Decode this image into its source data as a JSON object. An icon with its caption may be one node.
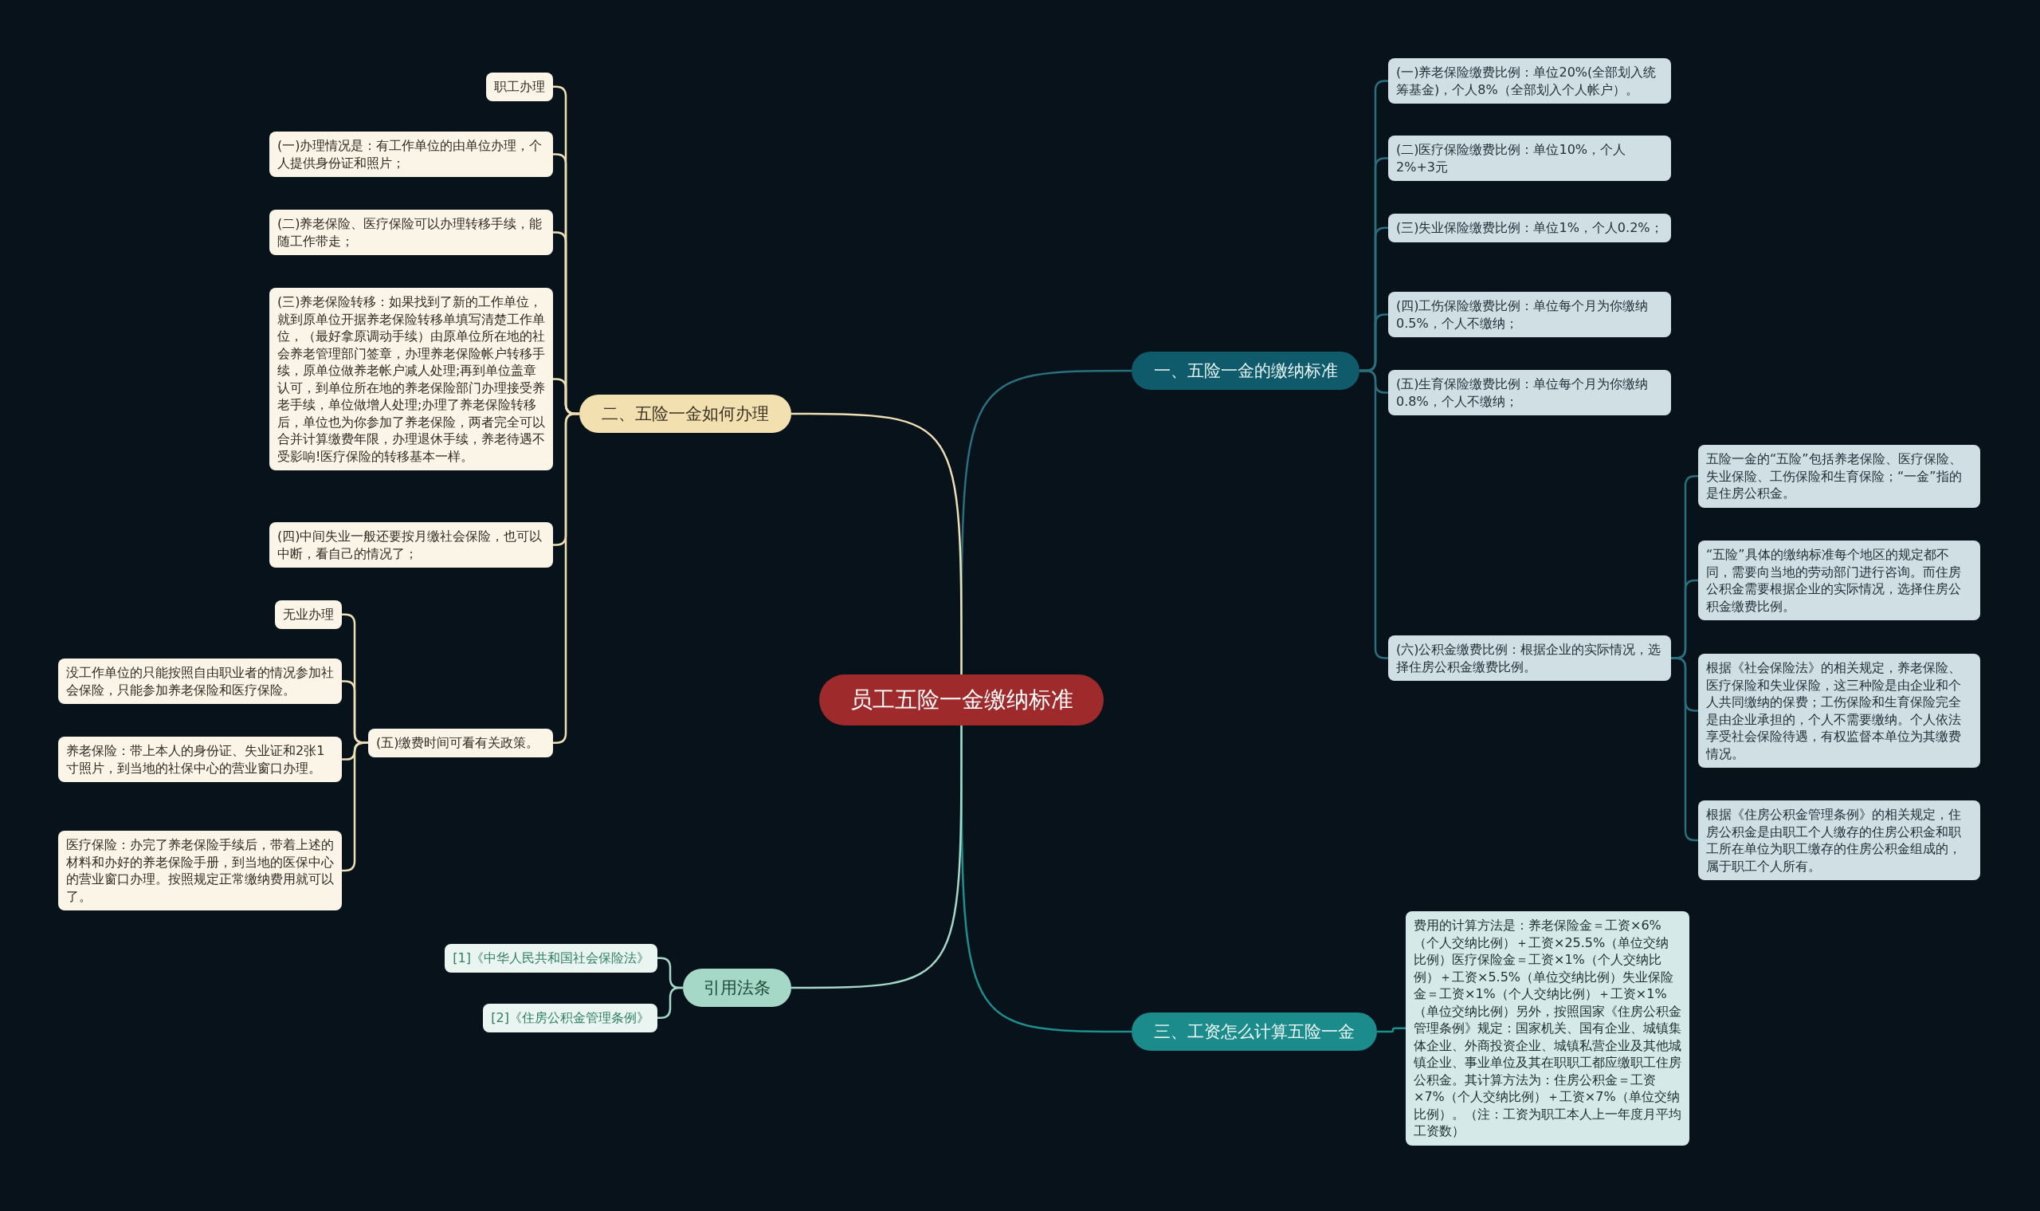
{
  "diagram": {
    "nodes": [
      {
        "text": [
          "员工五险一金缴纳标准"
        ]
      },
      {
        "text": [
          "一、五险一金的缴纳标准"
        ]
      },
      {
        "text": [
          "(一)养老保险缴费比例：单位20%(全部划入统筹基金)，个人8%（全部划入个人帐户）。"
        ]
      },
      {
        "text": [
          "(二)医疗保险缴费比例：单位10%，个人2%+3元"
        ]
      },
      {
        "text": [
          "(三)失业保险缴费比例：单位1%，个人0.2%；"
        ]
      },
      {
        "text": [
          "(四)工伤保险缴费比例：单位每个月为你缴纳0.5%，个人不缴纳；"
        ]
      },
      {
        "text": [
          "(五)生育保险缴费比例：单位每个月为你缴纳0.8%，个人不缴纳；"
        ]
      },
      {
        "text": [
          "(六)公积金缴费比例：根据企业的实际情况，选择住房公积金缴费比例。"
        ]
      },
      {
        "text": [
          "五险一金的“五险”包括养老保险、医疗保险、失业保险、工伤保险和生育保险；“一金”指的是住房公积金。"
        ]
      },
      {
        "text": [
          "“五险”具体的缴纳标准每个地区的规定都不同，需要向当地的劳动部门进行咨询。而住房公积金需要根据企业的实际情况，选择住房公积金缴费比例。"
        ]
      },
      {
        "text": [
          "根据《社会保险法》的相关规定，养老保险、医疗保险和失业保险，这三种险是由企业和个人共同缴纳的保费；工伤保险和生育保险完全是由企业承担的，个人不需要缴纳。个人依法享受社会保险待遇，有权监督本单位为其缴费情况。"
        ]
      },
      {
        "text": [
          "根据《住房公积金管理条例》的相关规定，住房公积金是由职工个人缴存的住房公积金和职工所在单位为职工缴存的住房公积金组成的，属于职工个人所有。"
        ]
      },
      {
        "text": [
          "二、五险一金如何办理"
        ]
      },
      {
        "text": [
          "职工办理"
        ]
      },
      {
        "text": [
          "(一)办理情况是：有工作单位的由单位办理，个人提供身份证和照片；"
        ]
      },
      {
        "text": [
          "(二)养老保险、医疗保险可以办理转移手续，能随工作带走；"
        ]
      },
      {
        "text": [
          "(三)养老保险转移：如果找到了新的工作单位，就到原单位开据养老保险转移单填写清楚工作单位，（最好拿原调动手续）由原单位所在地的社会养老管理部门签章，办理养老保险帐户转移手续，原单位做养老帐户减人处理;再到单位盖章认可，到单位所在地的养老保险部门办理接受养老手续，单位做增人处理;办理了养老保险转移后，单位也为你参加了养老保险，两者完全可以合并计算缴费年限，办理退休手续，养老待遇不受影响!医疗保险的转移基本一样。"
        ]
      },
      {
        "text": [
          "(四)中间失业一般还要按月缴社会保险，也可以中断，看自己的情况了；"
        ]
      },
      {
        "text": [
          "(五)缴费时间可看有关政策。"
        ]
      },
      {
        "text": [
          "无业办理"
        ]
      },
      {
        "text": [
          "没工作单位的只能按照自由职业者的情况参加社会保险，只能参加养老保险和医疗保险。"
        ]
      },
      {
        "text": [
          "养老保险：带上本人的身份证、失业证和2张1寸照片，到当地的社保中心的营业窗口办理。"
        ]
      },
      {
        "text": [
          "医疗保险：办完了养老保险手续后，带着上述的材料和办好的养老保险手册，到当地的医保中心的营业窗口办理。按照规定正常缴纳费用就可以了。"
        ]
      },
      {
        "text": [
          "三、工资怎么计算五险一金"
        ]
      },
      {
        "text": [
          "费用的计算方法是：养老保险金＝工资×6%（个人交纳比例）＋工资×25.5%（单位交纳比例）医疗保险金＝工资×1%（个人交纳比例）＋工资×5.5%（单位交纳比例）失业保险金＝工资×1%（个人交纳比例）＋工资×1%（单位交纳比例）另外，按照国家《住房公积金管理条例》规定：国家机关、国有企业、城镇集体企业、外商投资企业、城镇私营企业及其他城镇企业、事业单位及其在职职工都应缴职工住房公积金。其计算方法为：住房公积金＝工资×7%（个人交纳比例）＋工资×7%（单位交纳比例）。（注：工资为职工本人上一年度月平均工资数）"
        ]
      },
      {
        "text": [
          "引用法条"
        ]
      },
      {
        "text": [
          "[1]《中华人民共和国社会保险法》"
        ]
      },
      {
        "text": [
          "[2]《住房公积金管理条例》"
        ]
      }
    ],
    "edges": [
      {
        "from": 0,
        "to": 1,
        "arrow": "none",
        "color": "#2b6f7e"
      },
      {
        "from": 1,
        "to": 2,
        "arrow": "none",
        "color": "#2b6f7e"
      },
      {
        "from": 1,
        "to": 3,
        "arrow": "none",
        "color": "#2b6f7e"
      },
      {
        "from": 1,
        "to": 4,
        "arrow": "none",
        "color": "#2b6f7e"
      },
      {
        "from": 1,
        "to": 5,
        "arrow": "none",
        "color": "#2b6f7e"
      },
      {
        "from": 1,
        "to": 6,
        "arrow": "none",
        "color": "#2b6f7e"
      },
      {
        "from": 1,
        "to": 7,
        "arrow": "none",
        "color": "#2b6f7e"
      },
      {
        "from": 7,
        "to": 8,
        "arrow": "none",
        "color": "#2b6f7e"
      },
      {
        "from": 7,
        "to": 9,
        "arrow": "none",
        "color": "#2b6f7e"
      },
      {
        "from": 7,
        "to": 10,
        "arrow": "none",
        "color": "#2b6f7e"
      },
      {
        "from": 7,
        "to": 11,
        "arrow": "none",
        "color": "#2b6f7e"
      },
      {
        "from": 0,
        "to": 12,
        "arrow": "none",
        "color": "#eedfb5"
      },
      {
        "from": 12,
        "to": 13,
        "arrow": "none",
        "color": "#eedfb5"
      },
      {
        "from": 12,
        "to": 14,
        "arrow": "none",
        "color": "#eedfb5"
      },
      {
        "from": 12,
        "to": 15,
        "arrow": "none",
        "color": "#eedfb5"
      },
      {
        "from": 12,
        "to": 16,
        "arrow": "none",
        "color": "#eedfb5"
      },
      {
        "from": 12,
        "to": 17,
        "arrow": "none",
        "color": "#eedfb5"
      },
      {
        "from": 12,
        "to": 18,
        "arrow": "none",
        "color": "#eedfb5"
      },
      {
        "from": 18,
        "to": 19,
        "arrow": "none",
        "color": "#eedfb5"
      },
      {
        "from": 18,
        "to": 20,
        "arrow": "none",
        "color": "#eedfb5"
      },
      {
        "from": 18,
        "to": 21,
        "arrow": "none",
        "color": "#eedfb5"
      },
      {
        "from": 18,
        "to": 22,
        "arrow": "none",
        "color": "#eedfb5"
      },
      {
        "from": 0,
        "to": 23,
        "arrow": "none",
        "color": "#1e8f8f"
      },
      {
        "from": 23,
        "to": 24,
        "arrow": "none",
        "color": "#1e8f8f"
      },
      {
        "from": 0,
        "to": 25,
        "arrow": "none",
        "color": "#a5d8c6"
      },
      {
        "from": 25,
        "to": 26,
        "arrow": "none",
        "color": "#a5d8c6"
      },
      {
        "from": 25,
        "to": 27,
        "arrow": "none",
        "color": "#a5d8c6"
      }
    ]
  }
}
